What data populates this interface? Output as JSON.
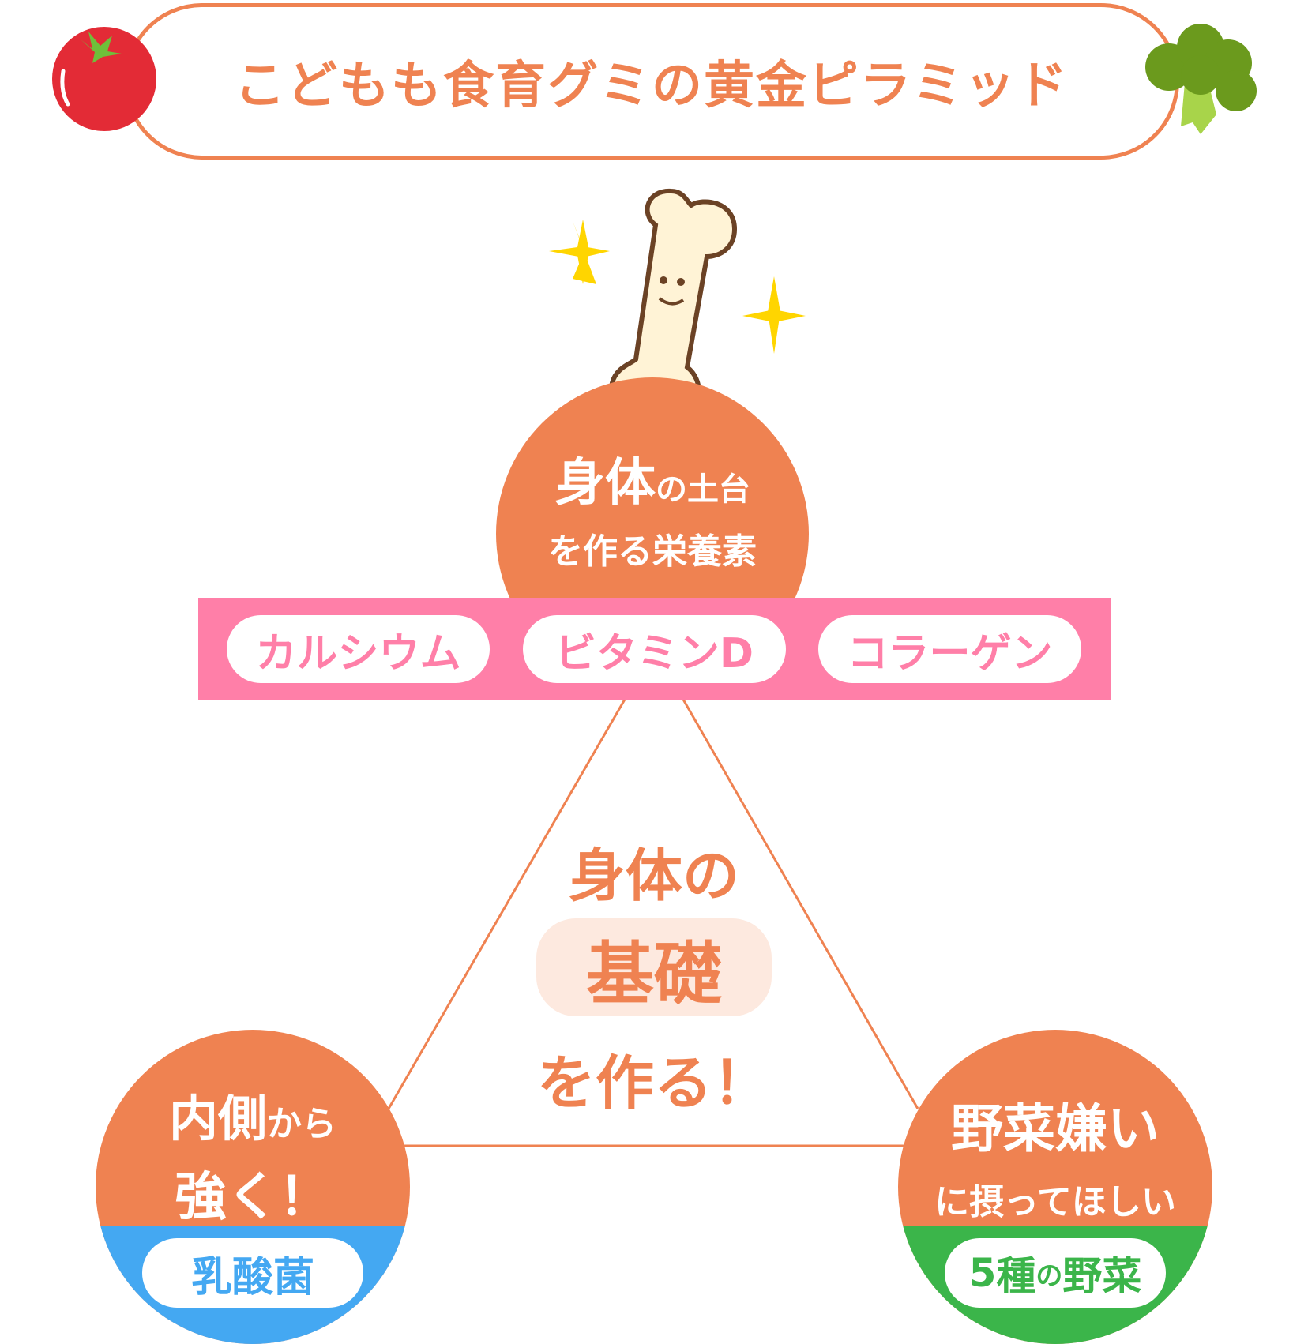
{
  "title": "こどもも食育グミの黄金ピラミッド",
  "top": {
    "line1_big": "身体",
    "line1_small": "の土台",
    "line2": "を作る栄養素",
    "nutrients": [
      "カルシウム",
      "ビタミンD",
      "コラーゲン"
    ]
  },
  "center": {
    "line1": "身体の",
    "highlight": "基礎",
    "line3": "を作る！"
  },
  "left": {
    "line1_big": "内側",
    "line1_small": "から",
    "line2": "強く！",
    "badge": "乳酸菌"
  },
  "right": {
    "line1": "野菜嫌い",
    "line2": "に摂ってほしい",
    "badge_num": "5",
    "badge_big": "種",
    "badge_small": "の",
    "badge_end": "野菜"
  },
  "colors": {
    "orange": "#ef8251",
    "pink": "#ff7fa8",
    "blue": "#44a8f2",
    "green": "#3bb54a",
    "pale": "#fde9df"
  }
}
